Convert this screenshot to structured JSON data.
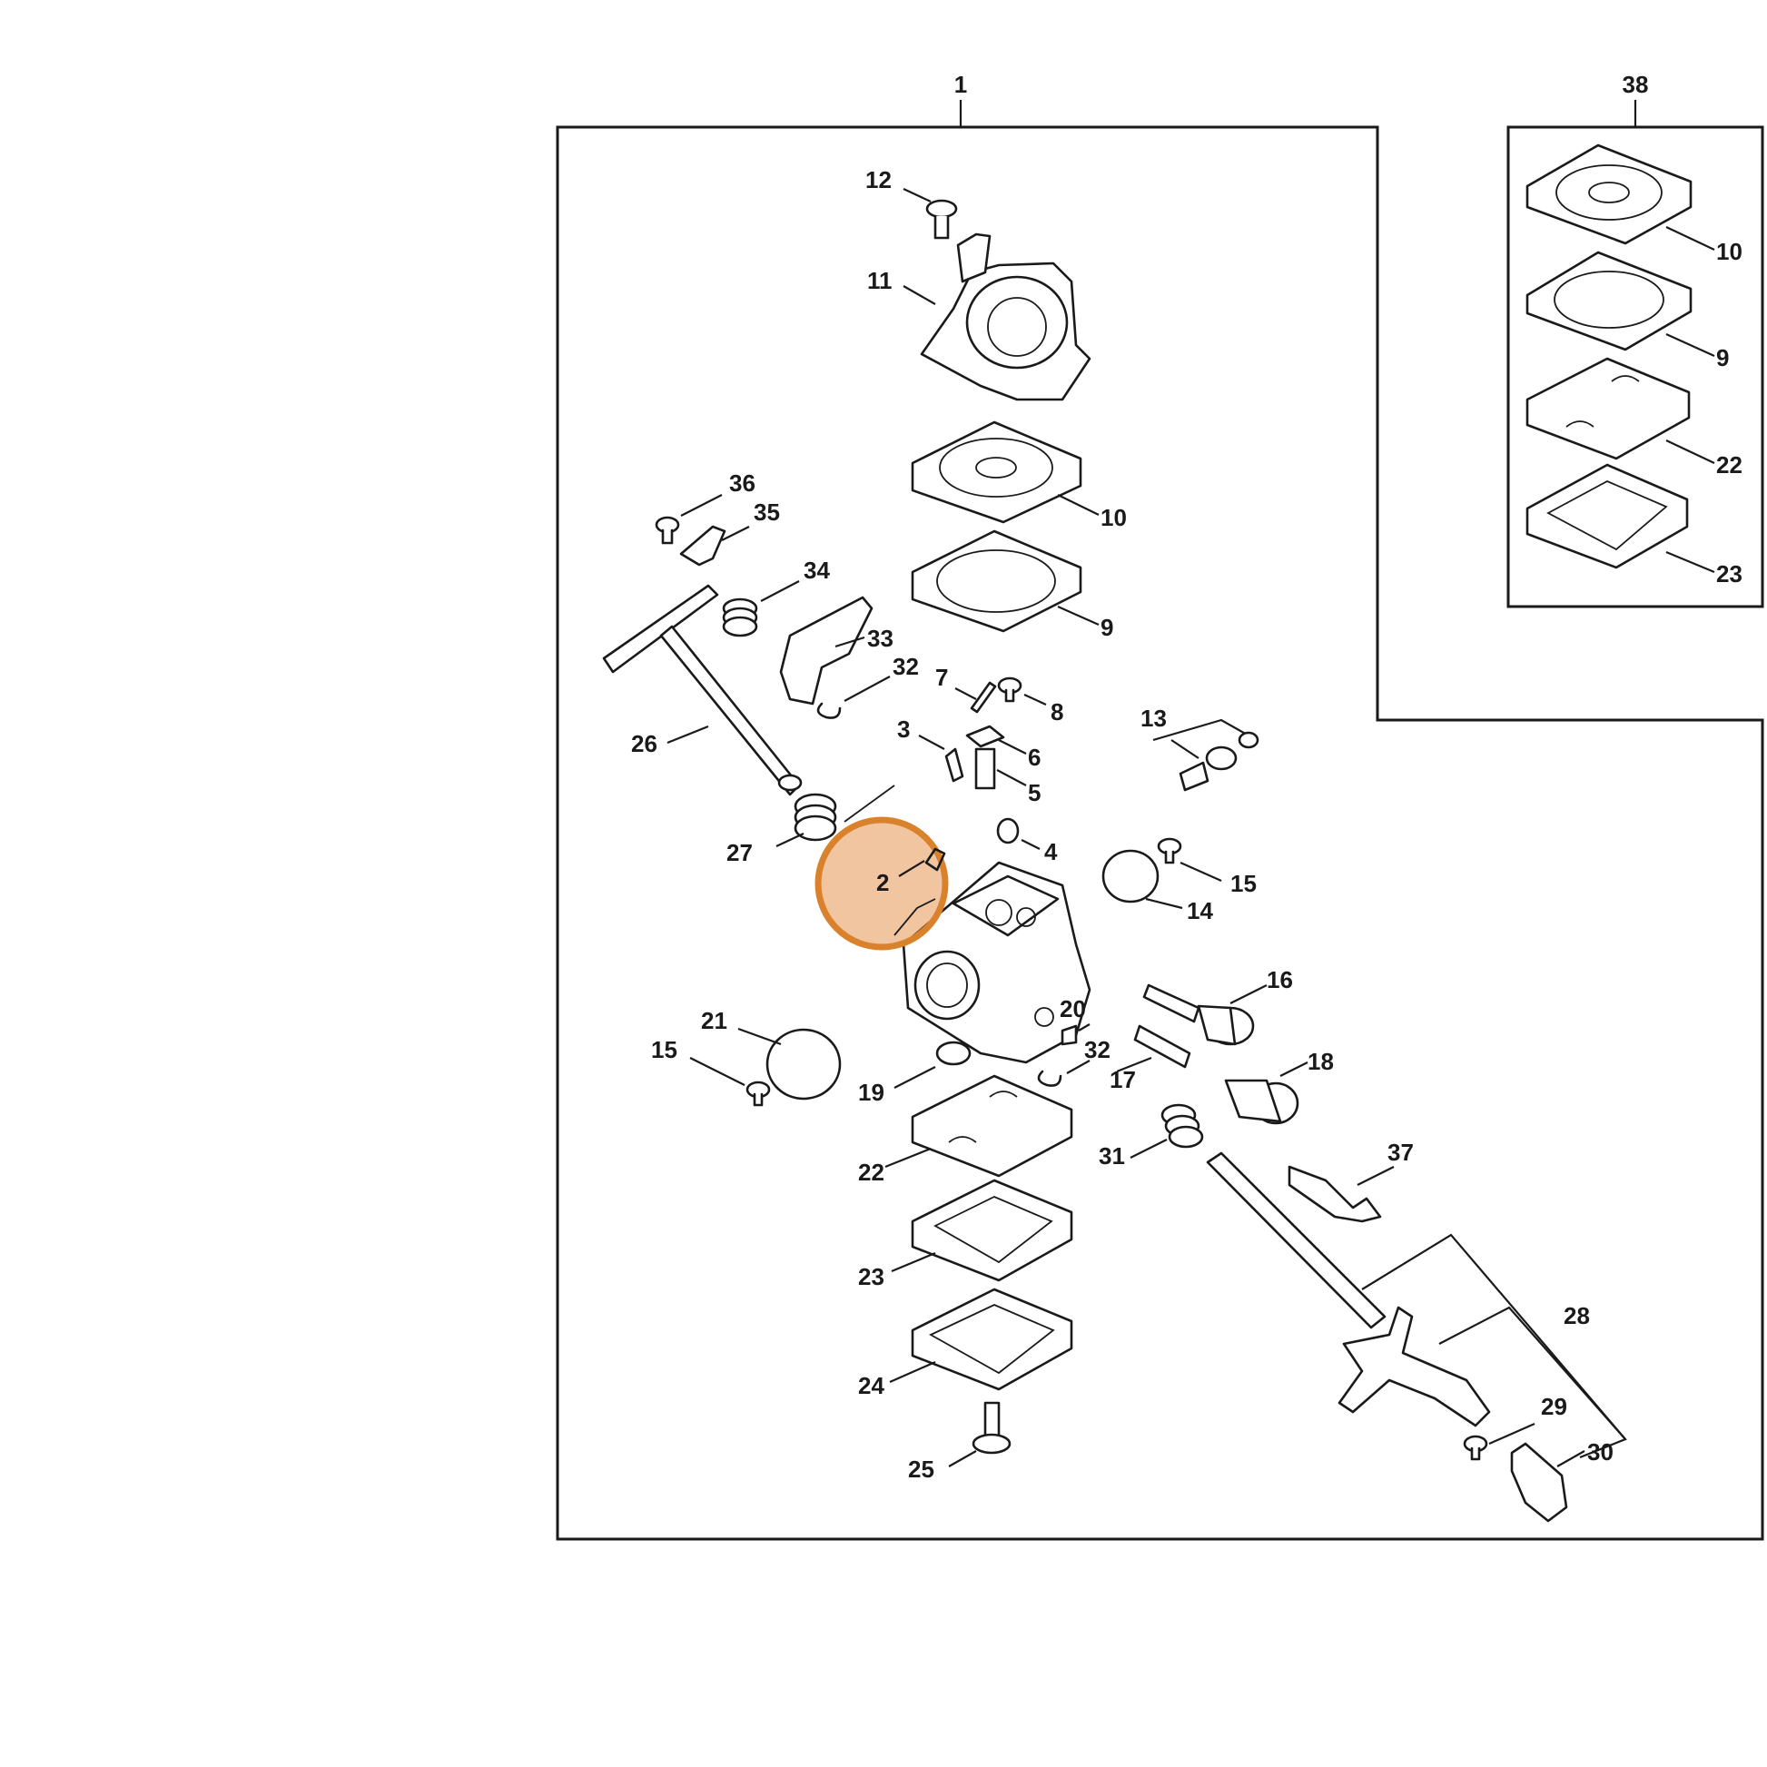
{
  "labels": {
    "assembly": "1",
    "kit": "38",
    "kit_items": [
      "10",
      "9",
      "22",
      "23"
    ],
    "highlighted": "2",
    "parts": {
      "p12": "12",
      "p11": "11",
      "p10": "10",
      "p9": "9",
      "p36": "36",
      "p35": "35",
      "p34": "34",
      "p33": "33",
      "p32a": "32",
      "p26": "26",
      "p7": "7",
      "p8": "8",
      "p3": "3",
      "p6": "6",
      "p5": "5",
      "p13": "13",
      "p27": "27",
      "p4": "4",
      "p15a": "15",
      "p14": "14",
      "p16": "16",
      "p20": "20",
      "p21": "21",
      "p15b": "15",
      "p32b": "32",
      "p17": "17",
      "p18": "18",
      "p19": "19",
      "p22": "22",
      "p31": "31",
      "p37": "37",
      "p23": "23",
      "p28": "28",
      "p24": "24",
      "p29": "29",
      "p25": "25",
      "p30": "30"
    }
  },
  "colors": {
    "line": "#1a1a1a",
    "highlight_fill": "#e69650",
    "highlight_stroke": "#d9822b",
    "background": "#ffffff"
  }
}
